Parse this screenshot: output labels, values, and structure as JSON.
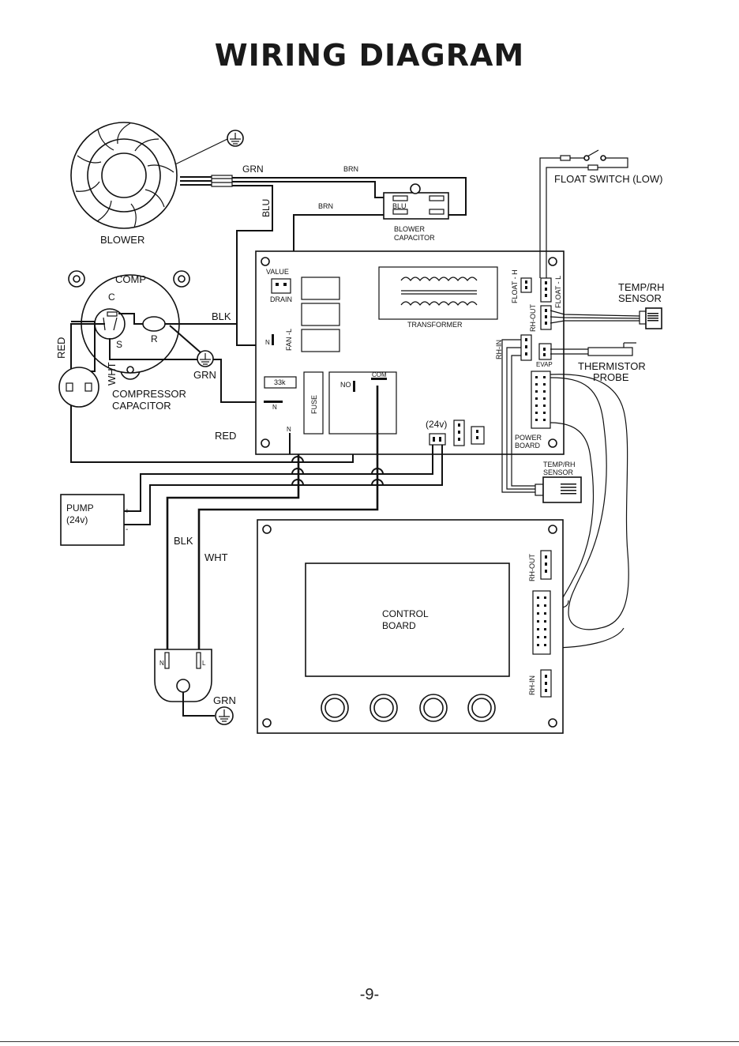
{
  "title": "WIRING DIAGRAM",
  "page_number": "-9-",
  "components": {
    "blower": "BLOWER",
    "blower_capacitor": [
      "BLOWER",
      "CAPACITOR"
    ],
    "comp": "COMP",
    "compressor_capacitor": [
      "COMPRESSOR",
      "CAPACITOR"
    ],
    "float_switch": "FLOAT SWITCH (LOW)",
    "temp_rh_sensor_top": [
      "TEMP/RH",
      "SENSOR"
    ],
    "thermistor_probe": [
      "THERMISTOR",
      "PROBE"
    ],
    "pump": [
      "PUMP",
      "(24v)"
    ],
    "temp_rh_sensor_small": [
      "TEMP/RH",
      "SENSOR"
    ],
    "control_board": [
      "CONTROL",
      "BOARD"
    ]
  },
  "power_board": {
    "label": [
      "POWER",
      "BOARD"
    ],
    "value": "VALUE",
    "drain": "DRAIN",
    "transformer": "TRANSFORMER",
    "fan_l": "FAN -L",
    "resistor": "33k",
    "fuse": "FUSE",
    "relay_no": "NO",
    "relay_com": "COM",
    "n": "N",
    "v24": "(24v)",
    "float_h": "FLOAT - H",
    "float_l": "FLOAT - L",
    "rh_out": "RH-OUT",
    "rh_in": "RH-IN",
    "evap": "EVAP"
  },
  "control_board": {
    "rh_out": "RH-OUT",
    "rh_in": "RH-IN"
  },
  "compressor_terminals": {
    "c": "C",
    "s": "S",
    "r": "R"
  },
  "pump_terminals": {
    "plus": "+",
    "minus": "-"
  },
  "plug_terminals": {
    "n": "N",
    "l": "L"
  },
  "wire_labels": {
    "grn_top": "GRN",
    "brn_top": "BRN",
    "blu_vertical": "BLU",
    "brn_mid": "BRN",
    "blu_cap": "BLU",
    "blk_comp": "BLK",
    "red_vertical": "RED",
    "wht_vertical": "WHT",
    "grn_comp": "GRN",
    "red_bottom": "RED",
    "blk_plug": "BLK",
    "wht_plug": "WHT",
    "grn_plug": "GRN"
  }
}
